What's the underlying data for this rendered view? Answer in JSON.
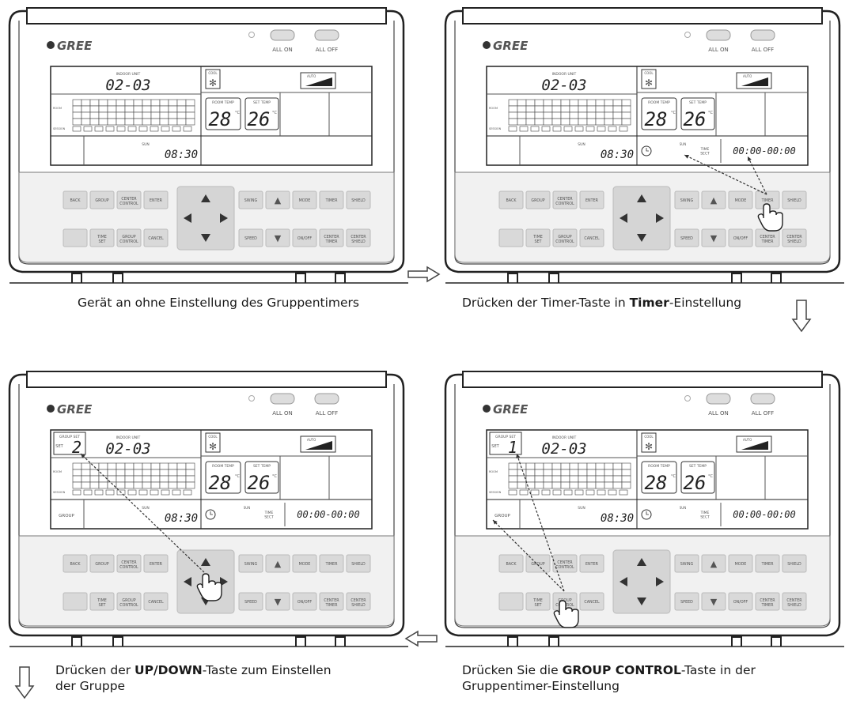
{
  "brand": "GREE",
  "buttons_top": [
    "ALL ON",
    "ALL OFF"
  ],
  "display": {
    "indoor_unit_label": "INDOOR UNIT",
    "indoor_unit_value": "02-03",
    "mode_label": "COOL",
    "fan_label": "AUTO",
    "room_temp_label": "ROOM TEMP",
    "room_temp_value": "28",
    "set_temp_label": "SET TEMP",
    "set_temp_value": "26",
    "clock": "08:30",
    "sun_label": "SUN",
    "timer_range": "00:00-00:00",
    "group_label": "GROUP",
    "group_set_label": "GROUP SET",
    "set_label": "SET",
    "time_sect_label": "TIME SECT",
    "room_label": "ROOM",
    "session_label": "SESSION"
  },
  "keypad": {
    "row1_left": [
      "BACK",
      "GROUP",
      "CENTER CONTROL",
      "ENTER"
    ],
    "row2_left": [
      "",
      "TIME SET",
      "GROUP CONTROL",
      "CANCEL"
    ],
    "row1_right": [
      "SWING",
      "▲",
      "MODE",
      "TIMER",
      "SHIELD"
    ],
    "row2_right": [
      "SPEED",
      "▼",
      "ON/OFF",
      "CENTER TIMER",
      "CENTER SHIELD"
    ]
  },
  "panels": [
    {
      "id": "p1",
      "group_number": ""
    },
    {
      "id": "p2",
      "group_number": ""
    },
    {
      "id": "p3",
      "group_number": "2"
    },
    {
      "id": "p4",
      "group_number": "1"
    }
  ],
  "captions": {
    "p1": {
      "pre": "Gerät an ohne Einstellung des Gruppentimers",
      "bold": "",
      "post": ""
    },
    "p2": {
      "pre": "Drücken der Timer-Taste in ",
      "bold": "Timer",
      "post": "-Einstellung"
    },
    "p3": {
      "pre": "Drücken der ",
      "bold": "UP/DOWN",
      "post": "-Taste zum Einstellen",
      "line2": "der Gruppe"
    },
    "p4": {
      "pre": "Drücken Sie die ",
      "bold": "GROUP CONTROL",
      "post": "-Taste in der",
      "line2": "Gruppentimer-Einstellung"
    }
  }
}
